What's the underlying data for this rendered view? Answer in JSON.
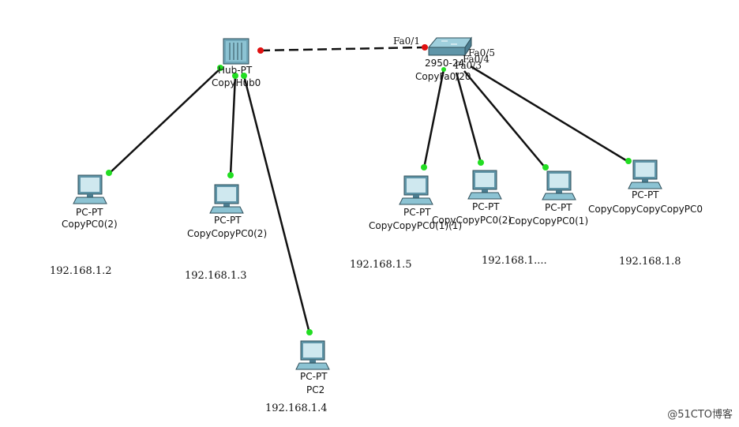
{
  "devices": {
    "hub": {
      "type": "Hub-PT",
      "name": "CopyHub0"
    },
    "switch": {
      "type": "2950-24",
      "name": "CopyFa0/20"
    },
    "pc_left": {
      "type": "PC-PT",
      "name": "CopyPC0(2)"
    },
    "pc_mid": {
      "type": "PC-PT",
      "name": "CopyCopyPC0(2)"
    },
    "pc_bottom": {
      "type": "PC-PT",
      "name": "PC2"
    },
    "pc_s1": {
      "type": "PC-PT",
      "name": "CopyCopyPC0(1)(1)"
    },
    "pc_s2": {
      "type": "PC-PT",
      "name": "CopyCopyPC0(2)"
    },
    "pc_s3": {
      "type": "PC-PT",
      "name": "CopyCopyPC0(1)"
    },
    "pc_s4": {
      "type": "PC-PT",
      "name": "CopyCopyCopyCopyPC0"
    }
  },
  "ips": {
    "pc_left": "192.168.1.2",
    "pc_mid": "192.168.1.3",
    "pc_bottom": "192.168.1.4",
    "pc_s1": "192.168.1.5",
    "pc_s2": "192.168.1....",
    "pc_s4": "192.168.1.8"
  },
  "ports": {
    "fa01": "Fa0/1",
    "fa05": "Fa0/5",
    "fa04": "Fa0/4",
    "fa03": "Fa0/3"
  },
  "watermark": "@51CTO博客",
  "colors": {
    "link": "#111111",
    "up": "#22dd22",
    "down": "#e01010",
    "device": "#7fb6c8"
  }
}
